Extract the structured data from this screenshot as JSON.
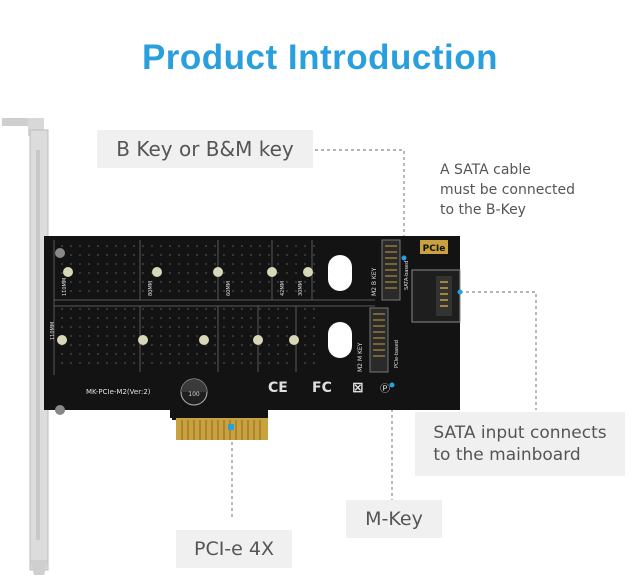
{
  "heading": {
    "title": "Product Introduction"
  },
  "callouts": {
    "b_key": "B Key or B&M key",
    "sata_note": "A SATA cable\nmust be connected\nto the B-Key",
    "sata_input": "SATA input connects\nto the mainboard",
    "m_key": "M-Key",
    "pcie": "PCI-e 4X"
  },
  "board": {
    "model_text": "MK-PCIe-M2(Ver:2)",
    "pcie_badge": "PCIe",
    "sata_text": "SATA-based",
    "pcie_based_text": "PCIe-based",
    "slot1_key": "M2 B KEY",
    "slot2_key": "M2 M KEY",
    "size_110": "110MM",
    "size_80": "80MM",
    "size_60": "60MM",
    "size_42": "42MM",
    "size_30": "30MM",
    "ce_mark": "CE",
    "fc_mark": "FC"
  },
  "colors": {
    "accent": "#2a9fdd",
    "pcb": "#131313",
    "bracket": "#d9d9d9",
    "gold": "#d4ad45",
    "callout_bg": "#f0f0f0",
    "callout_text": "#555555"
  }
}
